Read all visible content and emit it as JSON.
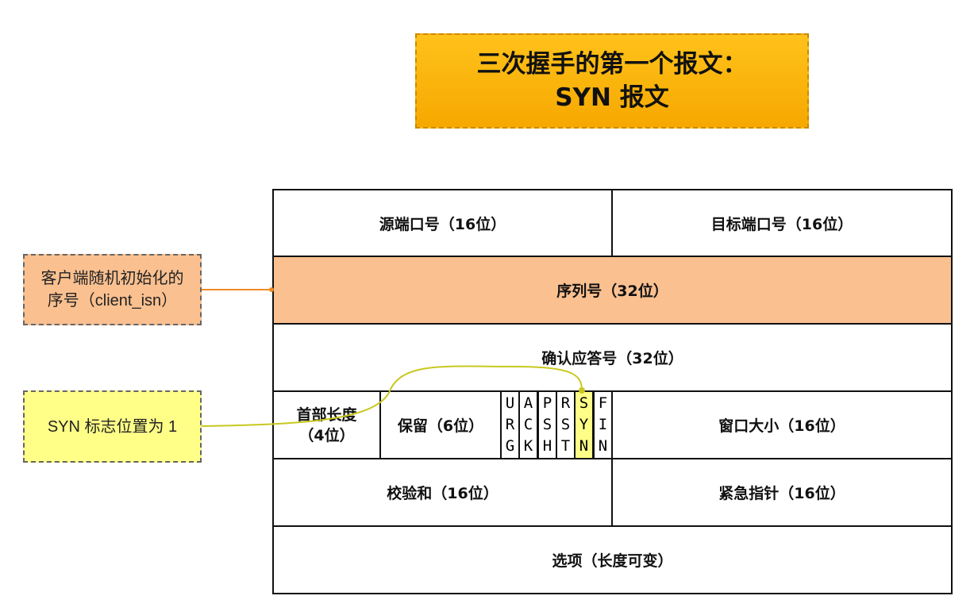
{
  "title": {
    "line1": "三次握手的第一个报文：",
    "line2": "SYN 报文"
  },
  "header": {
    "source_port": "源端口号（16位）",
    "dest_port": "目标端口号（16位）",
    "seq": "序列号（32位）",
    "ack": "确认应答号（32位）",
    "header_len_1": "首部长度",
    "header_len_2": "（4位）",
    "reserved": "保留（6位）",
    "flags": [
      {
        "l": [
          "U",
          "R",
          "G"
        ]
      },
      {
        "l": [
          "A",
          "C",
          "K"
        ]
      },
      {
        "l": [
          "P",
          "S",
          "H"
        ]
      },
      {
        "l": [
          "R",
          "S",
          "T"
        ]
      },
      {
        "l": [
          "S",
          "Y",
          "N"
        ]
      },
      {
        "l": [
          "F",
          "I",
          "N"
        ]
      }
    ],
    "window": "窗口大小（16位）",
    "checksum": "校验和（16位）",
    "urgent": "紧急指针（16位）",
    "options": "选项（长度可变）"
  },
  "notes": {
    "seq_note_1": "客户端随机初始化的",
    "seq_note_2": "序号（client_isn）",
    "syn_note": "SYN 标志位置为 1"
  },
  "colors": {
    "seq": "#fac090",
    "syn": "#ffff88",
    "title": "#ffb80d"
  }
}
